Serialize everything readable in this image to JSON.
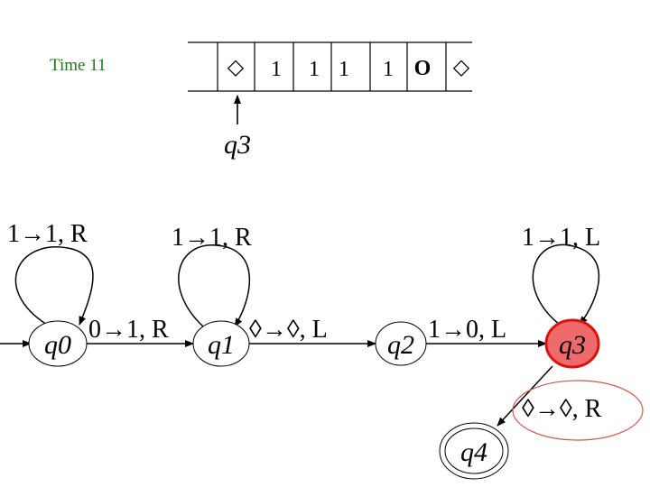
{
  "time_label": "Time 11",
  "colors": {
    "time_text": "#1a7a1a",
    "stroke": "#000000",
    "current_state_fill": "#ef6a6a",
    "current_state_border": "#e01010",
    "highlight_ellipse": "#d9534f"
  },
  "tape": {
    "cells": [
      "◇",
      "1",
      "1",
      "1",
      "1",
      "O",
      "◇"
    ],
    "head_state": "q3"
  },
  "states": [
    {
      "id": "q0",
      "label": "q0",
      "initial": true
    },
    {
      "id": "q1",
      "label": "q1"
    },
    {
      "id": "q2",
      "label": "q2"
    },
    {
      "id": "q3",
      "label": "q3",
      "current": true
    },
    {
      "id": "q4",
      "label": "q4",
      "accepting": true
    }
  ],
  "transitions": [
    {
      "id": "loop-q0",
      "label": "1→1, R"
    },
    {
      "id": "loop-q1",
      "label": "1→1, R"
    },
    {
      "id": "loop-q3",
      "label": "1→1, L"
    },
    {
      "id": "q0-q1",
      "label": "0→1, R"
    },
    {
      "id": "q1-q2",
      "label": "◊→◊, L"
    },
    {
      "id": "q2-q3",
      "label": "1→0, L"
    },
    {
      "id": "q3-q4",
      "label": "◊→◊, R",
      "highlighted": true
    }
  ]
}
